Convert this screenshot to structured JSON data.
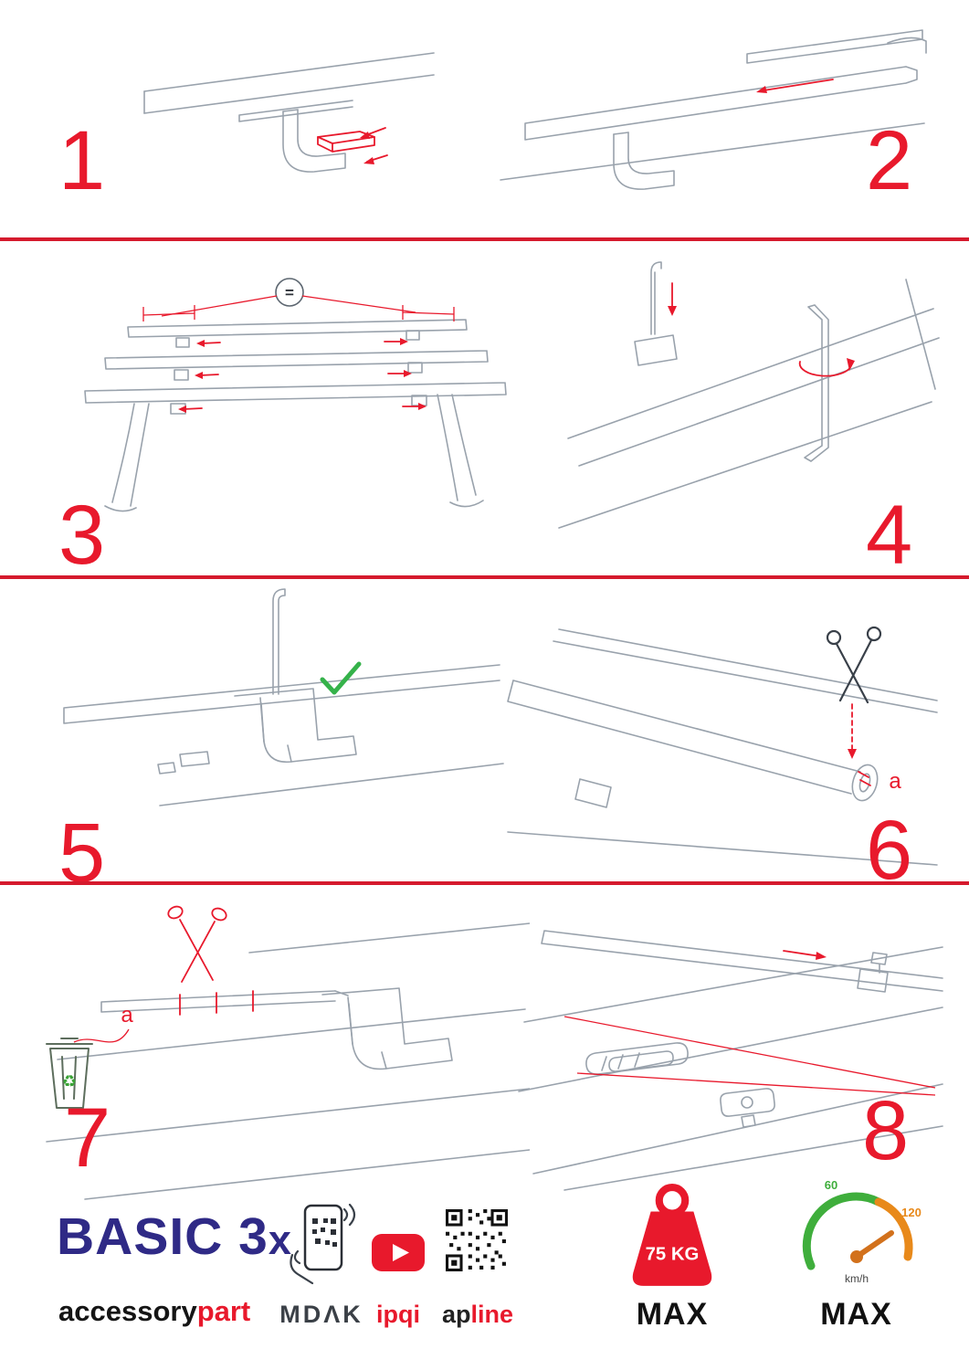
{
  "accent": "#e8192c",
  "steps": [
    {
      "number": "1"
    },
    {
      "number": "2"
    },
    {
      "number": "3",
      "equal_sign": "="
    },
    {
      "number": "4"
    },
    {
      "number": "5"
    },
    {
      "number": "6",
      "part_label": "a"
    },
    {
      "number": "7",
      "part_label": "a",
      "recycle_icon": "♻"
    },
    {
      "number": "8"
    }
  ],
  "footer": {
    "product_name": "BASIC 3",
    "product_qty": "x",
    "brand_black": "accessory",
    "brand_red": "part",
    "partner_mdak": "MDΛK",
    "partner_ipqi": "ipqi",
    "partner_ap": "ap",
    "partner_line": "line",
    "weight_value": "75 KG",
    "weight_max": "MAX",
    "speed_low": "60",
    "speed_high": "120",
    "speed_unit": "km/h",
    "speed_max": "MAX"
  }
}
